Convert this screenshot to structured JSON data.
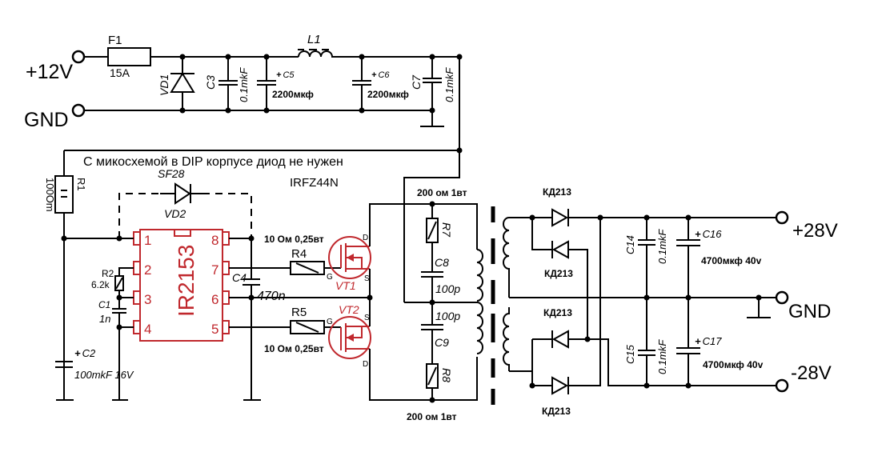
{
  "terminals": {
    "in_plus": "+12V",
    "in_gnd": "GND",
    "out_plus": "+28V",
    "out_gnd": "GND",
    "out_minus": "-28V"
  },
  "components": {
    "F1": {
      "ref": "F1",
      "value": "15A"
    },
    "VD1": {
      "ref": "VD1"
    },
    "C3": {
      "ref": "C3",
      "value": "0.1mkF"
    },
    "C5": {
      "ref": "C5",
      "value": "2200мкф"
    },
    "L1": {
      "ref": "L1"
    },
    "C6": {
      "ref": "C6",
      "value": "2200мкф"
    },
    "C7": {
      "ref": "C7",
      "value": "0.1mkF"
    },
    "R1": {
      "ref": "R1",
      "value": "100Om"
    },
    "VD2": {
      "ref": "VD2",
      "value": "SF28"
    },
    "IC": {
      "ref": "IR2153",
      "pins": [
        "1",
        "2",
        "3",
        "4",
        "5",
        "6",
        "7",
        "8"
      ]
    },
    "R2": {
      "ref": "R2",
      "value": "6.2k"
    },
    "C1": {
      "ref": "C1",
      "value": "1n"
    },
    "C2": {
      "ref": "C2",
      "value": "100mkF 16V"
    },
    "C4": {
      "ref": "C4",
      "value": "470n"
    },
    "R4": {
      "ref": "R4",
      "value": "10 Ом 0,25вт"
    },
    "R5": {
      "ref": "R5",
      "value": "10 Ом 0,25вт"
    },
    "VT1": {
      "ref": "VT1",
      "pins": {
        "d": "D",
        "g": "G",
        "s": "S"
      }
    },
    "VT2": {
      "ref": "VT2",
      "pins": {
        "d": "D",
        "g": "G",
        "s": "S"
      }
    },
    "mosfet_type": "IRFZ44N",
    "R7": {
      "ref": "R7",
      "value": "200 ом 1вт"
    },
    "C8": {
      "ref": "C8",
      "value": "100p"
    },
    "C9": {
      "ref": "C9",
      "value": "100p"
    },
    "R8": {
      "ref": "R8",
      "value": "200 ом 1вт"
    },
    "diodes": [
      "КД213",
      "КД213",
      "КД213",
      "КД213"
    ],
    "C14": {
      "ref": "C14",
      "value": "0.1mkF"
    },
    "C15": {
      "ref": "C15",
      "value": "0.1mkF"
    },
    "C16": {
      "ref": "C16",
      "value": "4700мкф 40v"
    },
    "C17": {
      "ref": "C17",
      "value": "4700мкф 40v"
    }
  },
  "notes": {
    "dip_note": "С микосхемой в DIP корпусе диод не нужен"
  },
  "symbols": {
    "plus": "+"
  }
}
